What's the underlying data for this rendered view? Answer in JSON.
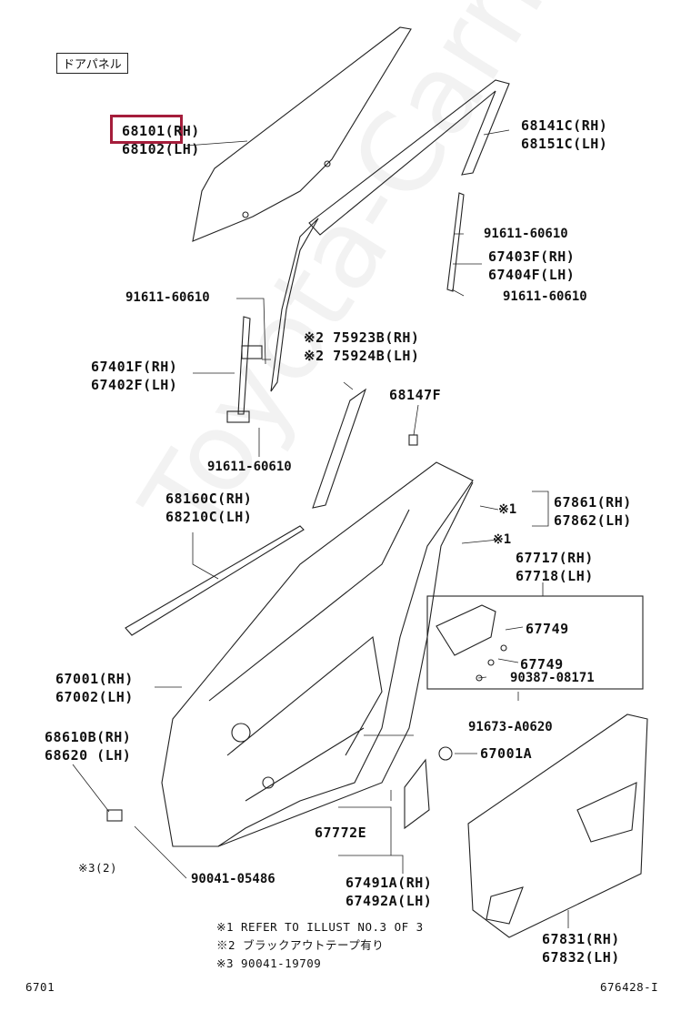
{
  "header_tag": "ドアパネル",
  "highlight_part": "68101",
  "parts": {
    "glass": [
      "68101(RH)",
      "68102(LH)"
    ],
    "run_channel": [
      "68141C(RH)",
      "68151C(LH)"
    ],
    "rear_bolt_top": "91611-60610",
    "rear_channel": [
      "67403F(RH)",
      "67404F(LH)"
    ],
    "rear_bolt_bottom": "91611-60610",
    "front_bolt_top": "91611-60610",
    "front_channel": [
      "67401F(RH)",
      "67402F(LH)"
    ],
    "front_bolt_bottom": "91611-60610",
    "blackout_tape": [
      "※2 75923B(RH)",
      "※2 75924B(LH)"
    ],
    "clip_68147f": "68147F",
    "outer_weatherstrip": [
      "68160C(RH)",
      "68210C(LH)"
    ],
    "clips": [
      "67861(RH)",
      "67862(LH)"
    ],
    "clip_ref1": "※1",
    "clip_ref2": "※1",
    "hinge_bracket": [
      "67717(RH)",
      "67718(LH)"
    ],
    "part_67749_a": "67749",
    "part_67749_b": "67749",
    "part_90387": "90387-08171",
    "part_91673": "91673-A0620",
    "door_panel": [
      "67001(RH)",
      "67002(LH)"
    ],
    "part_67001a": "67001A",
    "check": [
      "68610B(RH)",
      "68620 (LH)"
    ],
    "ref3": "※3(2)",
    "part_90041": "90041-05486",
    "part_67772e": "67772E",
    "seal": [
      "67491A(RH)",
      "67492A(LH)"
    ],
    "service_hole_cover": [
      "67831(RH)",
      "67832(LH)"
    ]
  },
  "notes": [
    "※1 REFER TO ILLUST NO.3 OF 3",
    "※2 ブラックアウトテープ有り",
    "※3 90041-19709"
  ],
  "footer_left": "6701",
  "footer_right": "676428-I",
  "watermark": "Toyota-Carmine.ru",
  "colors": {
    "highlight": "#a51d3b"
  }
}
